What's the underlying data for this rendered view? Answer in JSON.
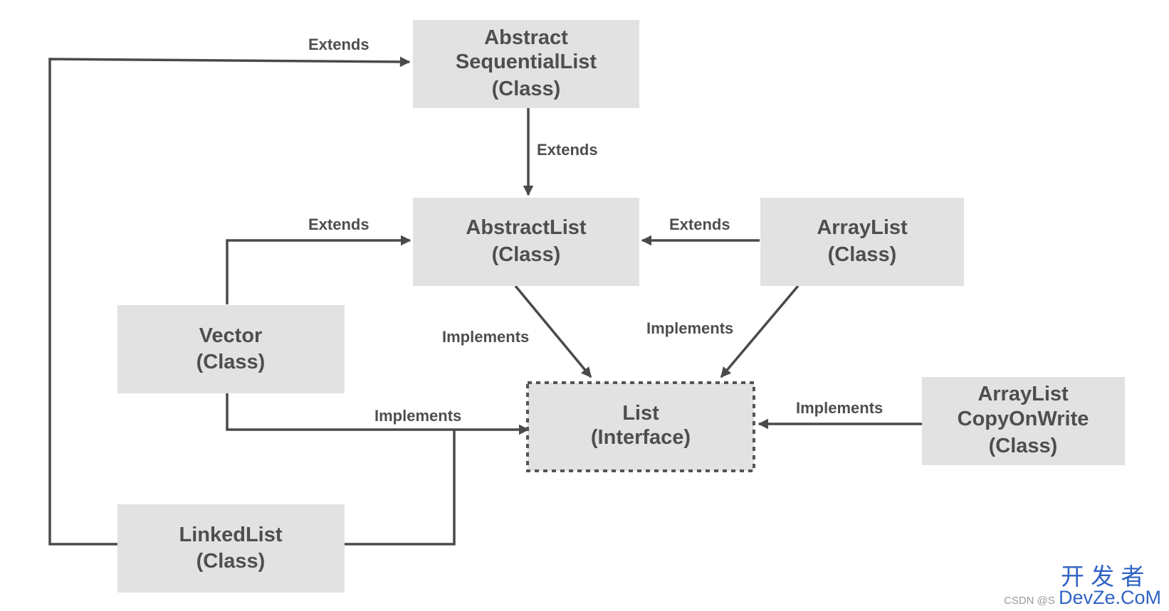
{
  "nodes": {
    "abstract_sequential_list": {
      "line1": "Abstract",
      "line2": "SequentialList",
      "line3": "(Class)"
    },
    "abstract_list": {
      "line1": "AbstractList",
      "line2": "(Class)"
    },
    "array_list": {
      "line1": "ArrayList",
      "line2": "(Class)"
    },
    "vector": {
      "line1": "Vector",
      "line2": "(Class)"
    },
    "list": {
      "line1": "List",
      "line2": "(Interface)"
    },
    "array_list_cow": {
      "line1": "ArrayList",
      "line2": "CopyOnWrite",
      "line3": "(Class)"
    },
    "linked_list": {
      "line1": "LinkedList",
      "line2": "(Class)"
    }
  },
  "edges": {
    "linkedlist_to_asl": "Extends",
    "asl_to_abstractlist": "Extends",
    "vector_to_abstractlist": "Extends",
    "arraylist_to_abstractlist": "Extends",
    "abstractlist_to_list": "Implements",
    "arraylist_to_list": "Implements",
    "vector_to_list": "Implements",
    "cow_to_list": "Implements"
  },
  "watermark": {
    "csdn": "CSDN @S",
    "brand_cn": "开 发 者",
    "brand_en": "DevZe.CoM"
  }
}
